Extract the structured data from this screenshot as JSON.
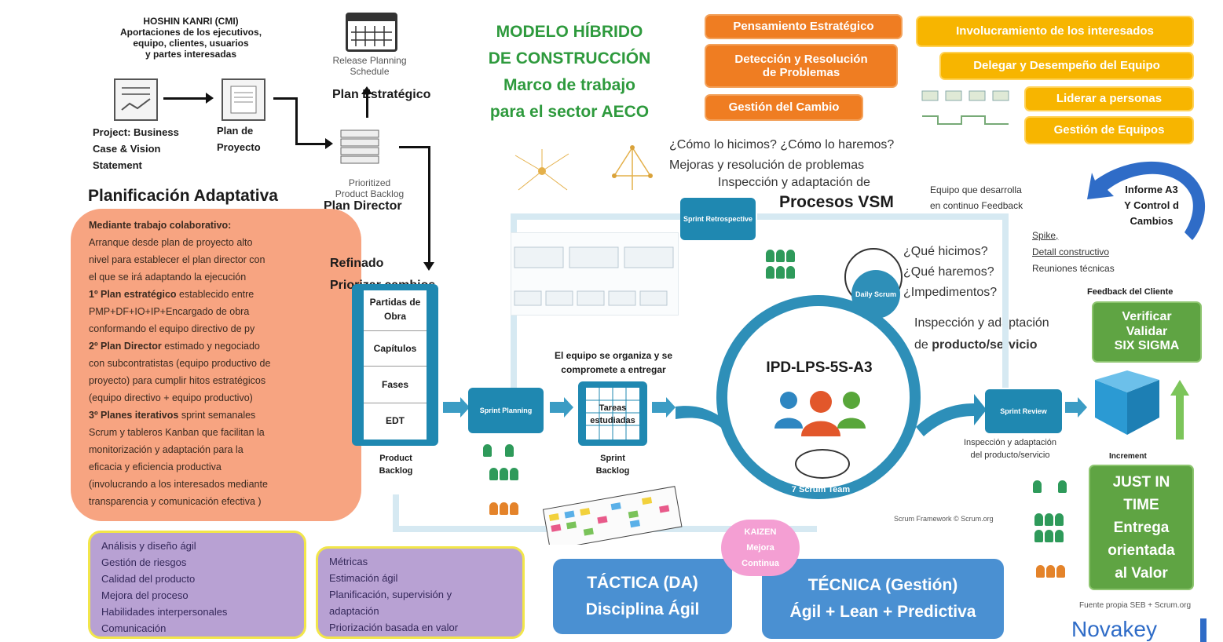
{
  "hoshin": {
    "title": "HOSHIN KANRI (CMI)",
    "sub1": "Aportaciones de los ejecutivos,",
    "sub2": "equipo, clientes, usuarios",
    "sub3": "y partes interesadas"
  },
  "docs": {
    "business_case_1": "Project: Business",
    "business_case_2": "Case & Vision",
    "business_case_3": "Statement",
    "plan_proyecto_1": "Plan de",
    "plan_proyecto_2": "Proyecto",
    "release_1": "Release Planning",
    "release_2": "Schedule",
    "plan_estrategico": "Plan Estratégico",
    "backlog_1": "Prioritized",
    "backlog_2": "Product Backlog",
    "plan_director": "Plan Director"
  },
  "modelo": {
    "l1": "MODELO HÍBRIDO",
    "l2": "DE CONSTRUCCIÓN",
    "l3": "Marco de trabajo",
    "l4": "para el sector AECO"
  },
  "skills_orange": [
    "Pensamiento Estratégico",
    "Detección y Resolución de Problemas",
    "Gestión del Cambio"
  ],
  "skills_yellow": [
    "Involucramiento de los interesados",
    "Delegar y Desempeño del Equipo",
    "Liderar a personas",
    "Gestión de Equipos"
  ],
  "planificacion": {
    "heading": "Planificación Adaptativa",
    "lines": [
      {
        "bold": "Mediante trabajo colaborativo:",
        "text": ""
      },
      {
        "bold": "",
        "text": "Arranque desde plan de proyecto alto"
      },
      {
        "bold": "",
        "text": "nivel para establecer el plan director con"
      },
      {
        "bold": "",
        "text": "el que se irá adaptando la ejecución"
      },
      {
        "bold": "1º Plan estratégico",
        "text": " establecido entre"
      },
      {
        "bold": "",
        "text": "PMP+DF+IO+IP+Encargado de obra"
      },
      {
        "bold": "",
        "text": "conformando el equipo directivo de py"
      },
      {
        "bold": "2º Plan Director",
        "text": " estimado y negociado"
      },
      {
        "bold": "",
        "text": "con subcontratistas (equipo productivo de"
      },
      {
        "bold": "",
        "text": "proyecto) para cumplir hitos estratégicos"
      },
      {
        "bold": "",
        "text": "(equipo directivo + equipo productivo)"
      },
      {
        "bold": "3º Planes iterativos",
        "text": " sprint semanales"
      },
      {
        "bold": "",
        "text": "Scrum y tableros Kanban que facilitan la"
      },
      {
        "bold": "",
        "text": "monitorización y adaptación para la"
      },
      {
        "bold": "",
        "text": "eficacia y eficiencia productiva"
      },
      {
        "bold": "",
        "text": "(involucrando a los interesados mediante"
      },
      {
        "bold": "",
        "text": "transparencia y comunicación efectiva )"
      }
    ]
  },
  "refinado": {
    "l1": "Refinado",
    "l2": "Priorizar cambios"
  },
  "product_backlog": {
    "rows": [
      "Partidas de Obra",
      "Capítulos",
      "Fases",
      "EDT"
    ],
    "label_1": "Product",
    "label_2": "Backlog"
  },
  "sprint": {
    "planning": "Sprint Planning",
    "retrospective": "Sprint Retrospective",
    "review": "Sprint Review",
    "daily": "Daily Scrum",
    "backlog_1": "Sprint",
    "backlog_2": "Backlog",
    "tareas": "Tareas estudiadas",
    "organiza_1": "El equipo se organiza y se",
    "organiza_2": "compromete a entregar"
  },
  "center": {
    "title": "IPD-LPS-5S-A3",
    "scrum_team": "Scrum Team",
    "scrum_team_prefix": "7",
    "credit": "Scrum Framework © Scrum.org"
  },
  "vsm": {
    "q1": "¿Cómo lo hicimos? ¿Cómo lo haremos?",
    "q2": "Mejoras y resolución de problemas",
    "q3": "Inspección y adaptación de",
    "q4": "Procesos VSM"
  },
  "daily_questions": [
    "¿Qué hicimos?",
    "¿Qué haremos?",
    "¿Impedimentos?"
  ],
  "inspeccion": {
    "l1": "Inspección y adaptación",
    "l2": "de ",
    "l2b": "producto/servicio"
  },
  "review_note": {
    "l1": "Inspección y adaptación",
    "l2": "del producto/servicio"
  },
  "equipo_feedback": {
    "l1": "Equipo que desarrolla",
    "l2": "en continuo Feedback"
  },
  "informe": {
    "l1": "Informe A3",
    "l2": "Y Control d",
    "l3": "Cambios"
  },
  "spike": {
    "l1": "Spike,",
    "l2": "Detall constructivo",
    "l3": "Reuniones técnicas"
  },
  "feedback_cliente": "Feedback del Cliente",
  "verificar": [
    "Verificar",
    "Validar",
    "SIX SIGMA"
  ],
  "increment": "Increment",
  "jit": [
    "JUST IN",
    "TIME",
    "Entrega",
    "orientada",
    "al Valor"
  ],
  "kaizen": [
    "KAIZEN",
    "Mejora",
    "Continua"
  ],
  "tactica": {
    "l1": "TÁCTICA (DA)",
    "l2": "Disciplina Ágil"
  },
  "tecnica": {
    "l1": "TÉCNICA (Gestión)",
    "l2": "Ágil + Lean + Predictiva"
  },
  "box_left": [
    "Análisis y diseño ágil",
    "Gestión de riesgos",
    "Calidad del producto",
    "Mejora del proceso",
    "Habilidades interpersonales",
    "Comunicación"
  ],
  "box_mid": [
    "Métricas",
    "Estimación ágil",
    "Planificación, supervisión y",
    "adaptación",
    "Priorización basada en valor"
  ],
  "fuente": "Fuente propia SEB + Scrum.org",
  "brand": "Novakey",
  "colors": {
    "orange": "#ef7d22",
    "yellow": "#f7b500",
    "green": "#5fa443",
    "teal": "#1f88b1",
    "blue": "#4a90d2",
    "purple": "#b8a1d3",
    "salmon": "#f7a481"
  }
}
